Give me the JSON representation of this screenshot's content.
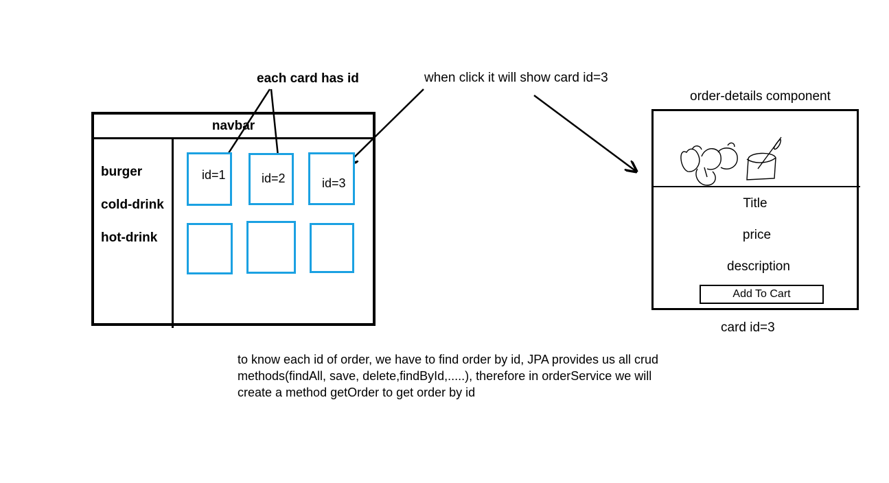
{
  "annotations": {
    "each_card_has_id": "each card has id",
    "when_click": "when click it will show card id=3",
    "order_details_component": "order-details component",
    "card_id_caption": "card id=3",
    "explanation": "to know each id of order, we have to find order by id, JPA provides us all crud methods(findAll, save, delete,findById,.....), therefore in orderService we will create a method getOrder to get order by id"
  },
  "wireframe": {
    "navbar": "navbar",
    "sidebar": [
      "burger",
      "cold-drink",
      "hot-drink"
    ],
    "cards": [
      "id=1",
      "id=2",
      "id=3",
      "",
      "",
      ""
    ]
  },
  "details": {
    "title": "Title",
    "price": "price",
    "description": "description",
    "add_to_cart": "Add To Cart"
  },
  "colors": {
    "card_border": "#1ba1e2",
    "ink": "#000000"
  }
}
